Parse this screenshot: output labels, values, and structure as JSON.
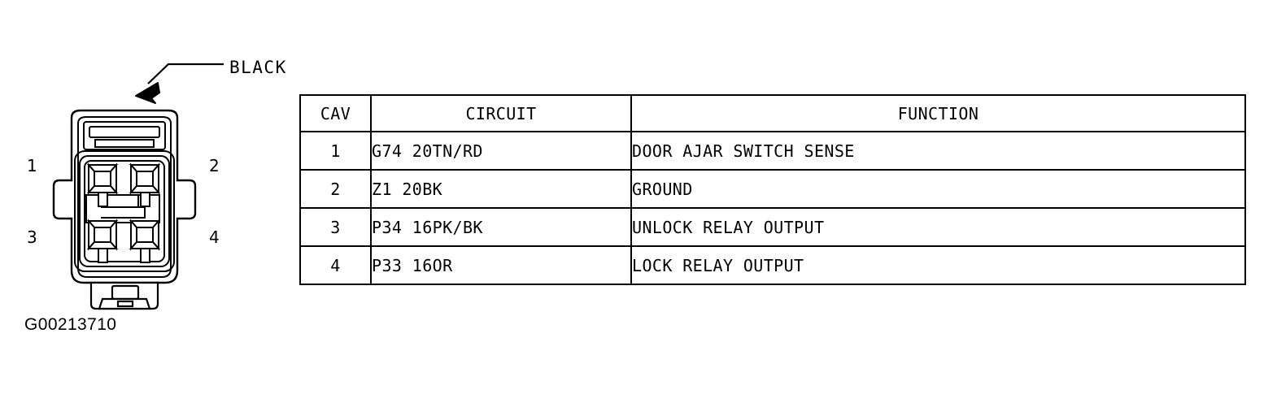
{
  "figure": {
    "id_caption": "G00213710",
    "connector_color_label": "BLACK",
    "connector_type": "4-cavity-connector-face-view",
    "pin_labels": {
      "top_left": "1",
      "top_right": "2",
      "bottom_left": "3",
      "bottom_right": "4"
    },
    "icons": {
      "leader_arrow": "arrow-up-left-icon"
    }
  },
  "table": {
    "columns": [
      "CAV",
      "CIRCUIT",
      "FUNCTION"
    ],
    "rows": [
      {
        "cav": "1",
        "circuit": "G74 20TN/RD",
        "function": "DOOR AJAR SWITCH SENSE"
      },
      {
        "cav": "2",
        "circuit": "Z1 20BK",
        "function": "GROUND"
      },
      {
        "cav": "3",
        "circuit": "P34 16PK/BK",
        "function": "UNLOCK RELAY OUTPUT"
      },
      {
        "cav": "4",
        "circuit": "P33 16OR",
        "function": "LOCK RELAY OUTPUT"
      }
    ]
  },
  "colors": {
    "line": "#000000",
    "background": "#ffffff"
  }
}
